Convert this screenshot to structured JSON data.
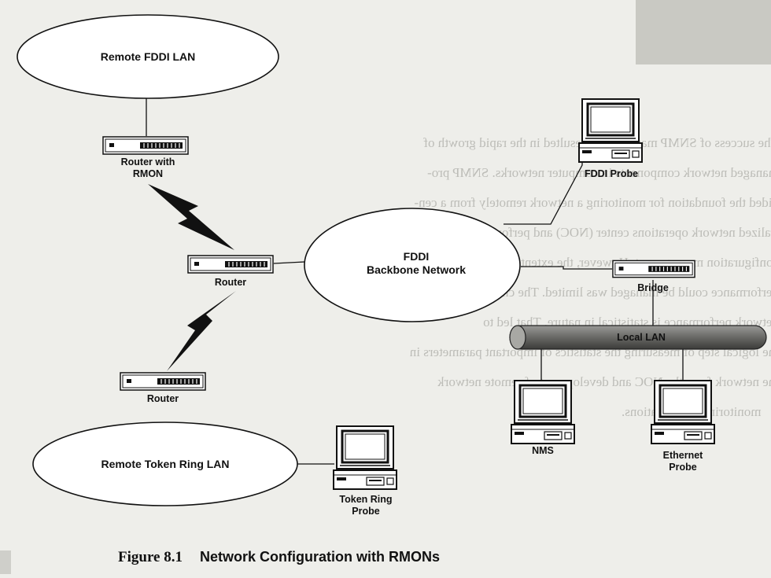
{
  "figure": {
    "number": "Figure 8.1",
    "title": "Network Configuration with RMONs"
  },
  "nodes": {
    "remote_fddi_lan": "Remote FDDI LAN",
    "router_rmon": "Router with\nRMON",
    "router_mid": "Router",
    "router_low": "Router",
    "fddi_backbone": "FDDI\nBackbone Network",
    "fddi_probe": "FDDI Probe",
    "bridge": "Bridge",
    "local_lan": "Local LAN",
    "nms": "NMS",
    "ethernet_probe": "Ethernet\nProbe",
    "remote_token_ring": "Remote Token Ring LAN",
    "token_ring_probe": "Token Ring\nProbe"
  },
  "background_text": [
    "The success of SNMP management resulted in the rapid growth of",
    "managed network components in computer networks. SNMP pro-",
    "vided the foundation for monitoring a network remotely from a cen-",
    "tralized network operations center (NOC) and performing fault and",
    "configuration management. However, the extent to which network",
    "performance could be managed was limited. The characterization of",
    "network performance is statistical in nature. That led to",
    "the logical step of measuring the statistics of important parameters in",
    "the network from the NOC and development of remote network",
    "monitoring specifications."
  ]
}
